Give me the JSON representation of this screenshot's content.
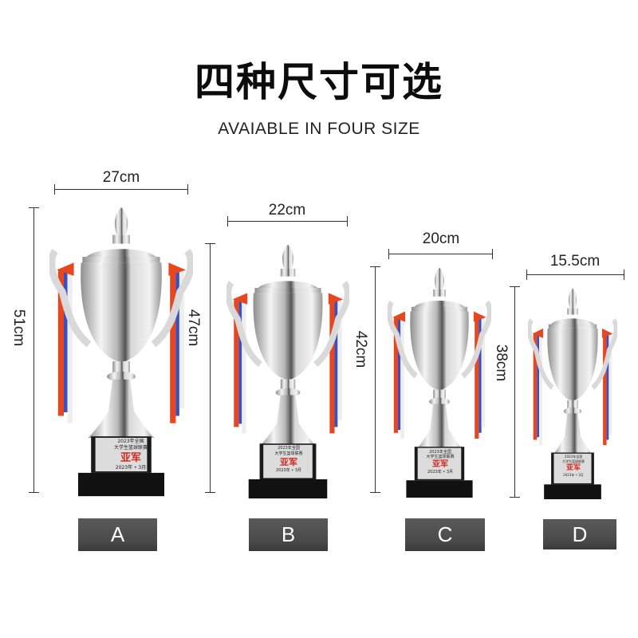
{
  "header": {
    "title": "四种尺寸可选",
    "subtitle": "AVAIABLE IN FOUR SIZE"
  },
  "plaque": {
    "line1": "2023年全国",
    "line2": "大学生篮球联赛",
    "award": "亚军",
    "date": "2023年 • 3月"
  },
  "colors": {
    "ribbon_red": "#e8461e",
    "ribbon_blue": "#3a4fc0",
    "ribbon_white": "#f2f2f2",
    "silver": "#c8c8c8",
    "base": "#111111",
    "tag_bg": "#4e4e4e",
    "award_red": "#d6281e"
  },
  "sizes": [
    {
      "tag": "A",
      "width": "27cm",
      "height": "51cm"
    },
    {
      "tag": "B",
      "width": "22cm",
      "height": "47cm"
    },
    {
      "tag": "C",
      "width": "20cm",
      "height": "42cm"
    },
    {
      "tag": "D",
      "width": "15.5cm",
      "height": "38cm"
    }
  ]
}
